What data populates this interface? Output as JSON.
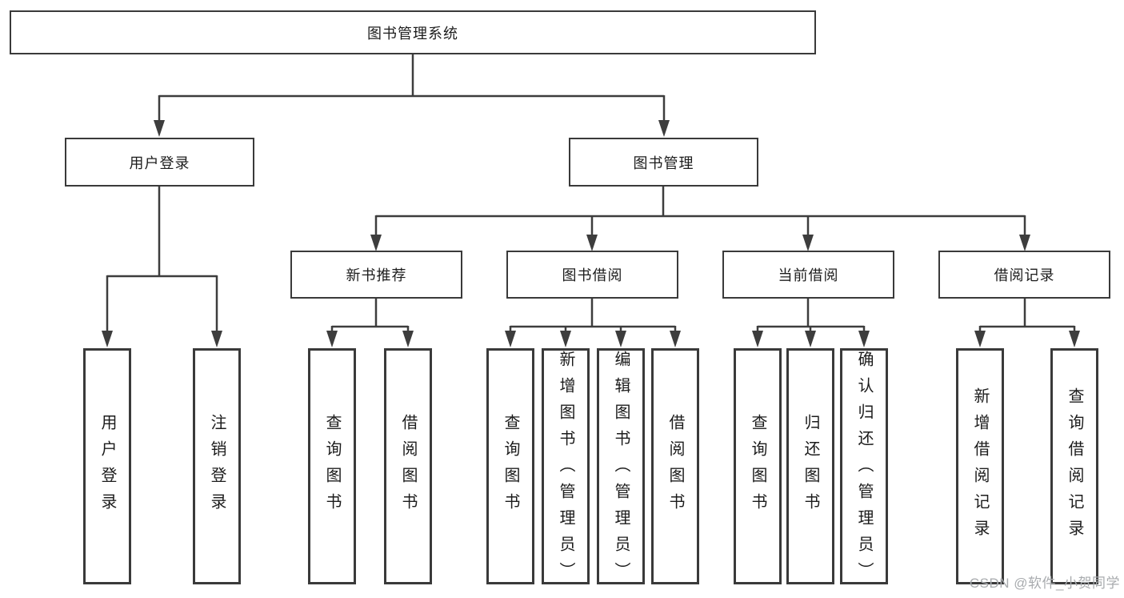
{
  "diagram_type": "hierarchy-tree",
  "tree": {
    "label": "图书管理系统",
    "children": [
      {
        "label": "用户登录",
        "children": [
          {
            "label": "用户登录"
          },
          {
            "label": "注销登录"
          }
        ]
      },
      {
        "label": "图书管理",
        "children": [
          {
            "label": "新书推荐",
            "children": [
              {
                "label": "查询图书"
              },
              {
                "label": "借阅图书"
              }
            ]
          },
          {
            "label": "图书借阅",
            "children": [
              {
                "label": "查询图书"
              },
              {
                "label": "新增图书（管理员）"
              },
              {
                "label": "编辑图书（管理员）"
              },
              {
                "label": "借阅图书"
              }
            ]
          },
          {
            "label": "当前借阅",
            "children": [
              {
                "label": "查询图书"
              },
              {
                "label": "归还图书"
              },
              {
                "label": "确认归还（管理员）"
              }
            ]
          },
          {
            "label": "借阅记录",
            "children": [
              {
                "label": "新增借阅记录"
              },
              {
                "label": "查询借阅记录"
              }
            ]
          }
        ]
      }
    ]
  },
  "watermark": {
    "text": "CSDN @软件_小贺同学"
  },
  "colors": {
    "line": "#3d3d3d",
    "box_border": "#3a3a3a",
    "text": "#1c1c1c",
    "watermark": "#a8abae",
    "background": "#ffffff"
  }
}
